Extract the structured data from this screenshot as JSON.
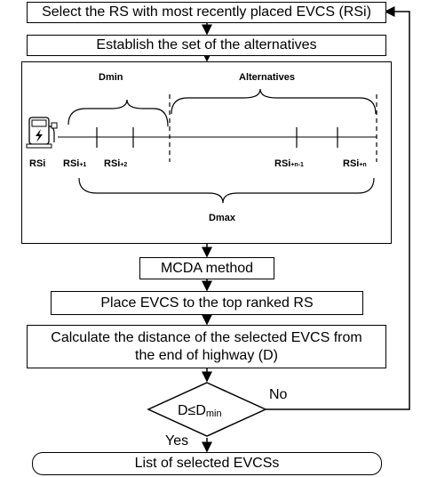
{
  "steps": {
    "select_rs": "Select the RS with most recently placed EVCS (RSi)",
    "establish": "Establish the set of the alternatives",
    "mcda": "MCDA method",
    "place": "Place EVCS to the top ranked RS",
    "calculate_line1": "Calculate the distance of the selected EVCS from",
    "calculate_line2": "the end of highway (D)",
    "list": "List of selected EVCSs"
  },
  "decision": {
    "condition_main": "D≤D",
    "condition_sub": "min",
    "no_label": "No",
    "yes_label": "Yes"
  },
  "inner_diagram": {
    "dmin": "Dmin",
    "alternatives": "Alternatives",
    "dmax": "Dmax",
    "stations": [
      {
        "base": "RSi",
        "sub": ""
      },
      {
        "base": "RSi",
        "sub": "+1"
      },
      {
        "base": "RSi",
        "sub": "+2"
      },
      {
        "base": "RSi",
        "sub": "+n-1"
      },
      {
        "base": "RSi",
        "sub": "+n"
      }
    ]
  },
  "icons": [
    "ev-charger-icon"
  ]
}
